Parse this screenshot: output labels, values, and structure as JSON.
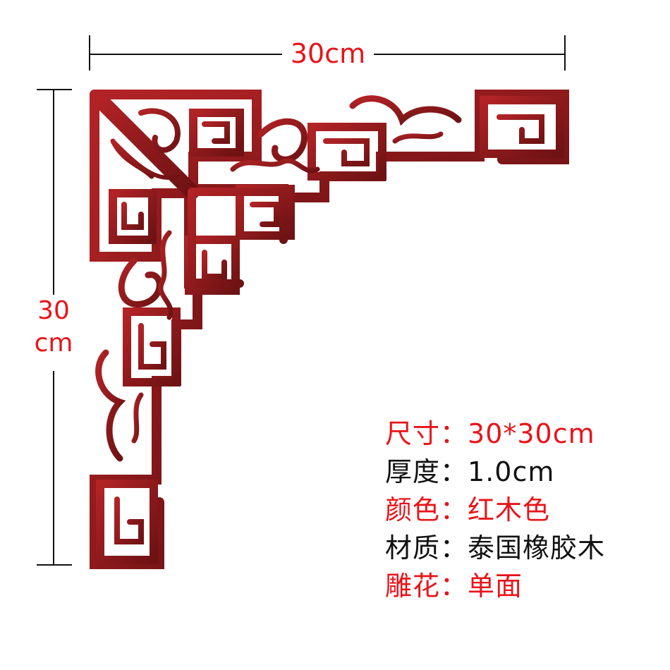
{
  "dimensions": {
    "width_label": "30cm",
    "height_label_line1": "30",
    "height_label_line2": "cm"
  },
  "product": {
    "icon": "carved-corner-ornament-icon",
    "color": "#8e1a1c"
  },
  "specs": [
    {
      "key": "尺寸：",
      "value": "30*30cm",
      "color": "#e8141a"
    },
    {
      "key": "厚度：",
      "value": "1.0cm",
      "color": "#111111"
    },
    {
      "key": "颜色：",
      "value": "红木色",
      "color": "#e8141a"
    },
    {
      "key": "材质：",
      "value": "泰国橡胶木",
      "color": "#111111"
    },
    {
      "key": "雕花：",
      "value": "单面",
      "color": "#e8141a"
    }
  ]
}
